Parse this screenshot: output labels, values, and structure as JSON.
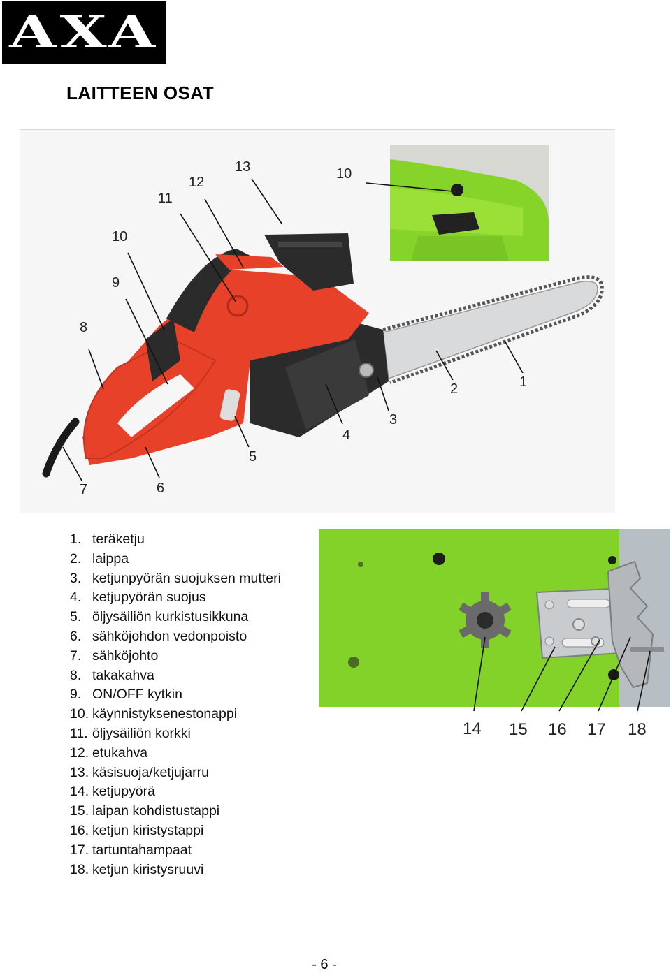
{
  "brand": {
    "logo_text": "AXA"
  },
  "heading": "LAITTEEN OSAT",
  "main_callouts": [
    {
      "label": "13"
    },
    {
      "label": "12"
    },
    {
      "label": "11"
    },
    {
      "label": "10"
    },
    {
      "label": "9"
    },
    {
      "label": "8"
    },
    {
      "label": "7"
    },
    {
      "label": "6"
    },
    {
      "label": "5"
    },
    {
      "label": "4"
    },
    {
      "label": "3"
    },
    {
      "label": "2"
    },
    {
      "label": "1"
    }
  ],
  "top_inset_callout": "10",
  "bottom_inset_callouts": [
    "14",
    "15",
    "16",
    "17",
    "18"
  ],
  "parts": [
    {
      "num": "1.",
      "text": "teräketju"
    },
    {
      "num": "2.",
      "text": "laippa"
    },
    {
      "num": "3.",
      "text": "ketjunpyörän suojuksen mutteri"
    },
    {
      "num": "4.",
      "text": "ketjupyörän suojus"
    },
    {
      "num": "5.",
      "text": "öljysäiliön kurkistusikkuna"
    },
    {
      "num": "6.",
      "text": "sähköjohdon vedonpoisto"
    },
    {
      "num": "7.",
      "text": "sähköjohto"
    },
    {
      "num": "8.",
      "text": "takakahva"
    },
    {
      "num": "9.",
      "text": "ON/OFF kytkin"
    },
    {
      "num": "10.",
      "text": "käynnistyksenestonappi"
    },
    {
      "num": "11.",
      "text": "öljysäiliön korkki"
    },
    {
      "num": "12.",
      "text": "etukahva"
    },
    {
      "num": "13.",
      "text": "käsisuoja/ketjujarru"
    },
    {
      "num": "14.",
      "text": "ketjupyörä"
    },
    {
      "num": "15.",
      "text": "laipan kohdistustappi"
    },
    {
      "num": "16.",
      "text": "ketjun kiristystappi"
    },
    {
      "num": "17.",
      "text": "tartuntahampaat"
    },
    {
      "num": "18.",
      "text": "ketjun kiristysruuvi"
    }
  ],
  "page_number": "- 6 -",
  "colors": {
    "body_red": "#e8412a",
    "housing_black": "#2b2b2b",
    "bar_silver": "#d9dadb",
    "inset_green": "#86d42a"
  }
}
